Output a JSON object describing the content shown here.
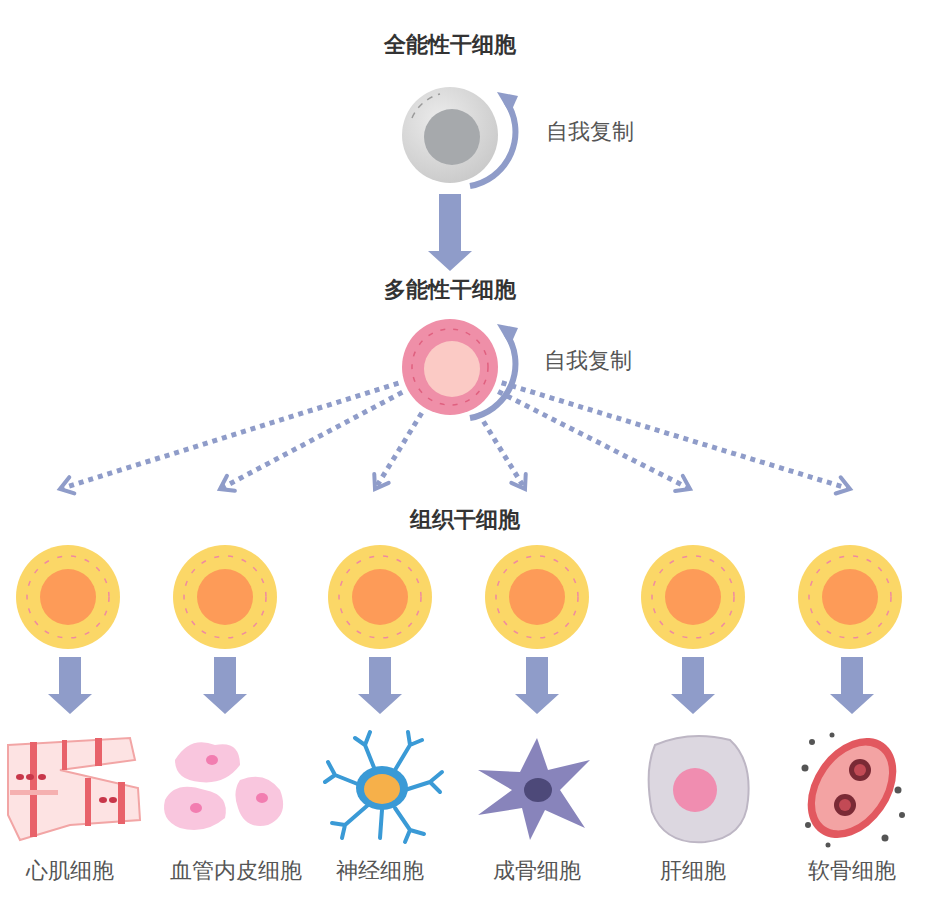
{
  "diagram": {
    "nodes": [
      {
        "text": [
          "全能性干细胞"
        ]
      },
      {
        "text": [
          "多能性干细胞"
        ]
      },
      {
        "text": [
          "组织干细胞"
        ]
      },
      {
        "text": [
          "心肌细胞"
        ]
      },
      {
        "text": [
          "血管内皮细胞"
        ]
      },
      {
        "text": [
          "神经细胞"
        ]
      },
      {
        "text": [
          "成骨细胞"
        ]
      },
      {
        "text": [
          "肝细胞"
        ]
      },
      {
        "text": [
          "软骨细胞"
        ]
      }
    ],
    "edges": [
      {
        "from": 0,
        "to": 1,
        "arrow": "to"
      },
      {
        "from": 1,
        "to": 2,
        "arrow": "to"
      },
      {
        "from": 2,
        "to": 3,
        "arrow": "to"
      },
      {
        "from": 2,
        "to": 4,
        "arrow": "to"
      },
      {
        "from": 2,
        "to": 5,
        "arrow": "to"
      },
      {
        "from": 2,
        "to": 6,
        "arrow": "to"
      },
      {
        "from": 2,
        "to": 7,
        "arrow": "to"
      },
      {
        "from": 2,
        "to": 8,
        "arrow": "to"
      }
    ],
    "labels": [
      "自我复制",
      "自我复制"
    ]
  }
}
